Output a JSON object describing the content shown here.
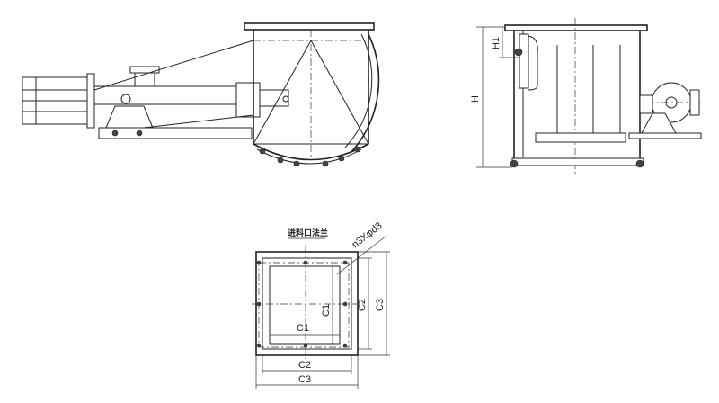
{
  "front_view": {},
  "side_view": {
    "dim_total_height": "H",
    "dim_flange_height": "H1"
  },
  "flange_plan": {
    "title": "进料口法兰",
    "hole_note": "n3Xφd3",
    "dim_inner": "C1",
    "dim_mid": "C2",
    "dim_outer": "C3",
    "dim_inner_v": "C1",
    "dim_mid_v": "C2",
    "dim_outer_v": "C3"
  }
}
